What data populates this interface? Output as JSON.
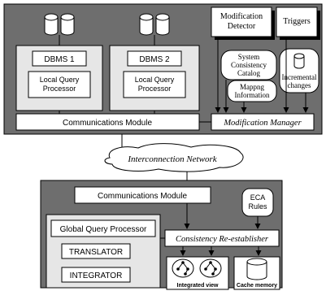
{
  "top_site": {
    "dbms1": {
      "label": "DBMS 1",
      "processor_line1": "Local Query",
      "processor_line2": "Processor"
    },
    "dbms2": {
      "label": "DBMS 2",
      "processor_line1": "Local Query",
      "processor_line2": "Processor"
    },
    "communications_module": "Communications Module",
    "modification_detector_line1": "Modification",
    "modification_detector_line2": "Detector",
    "triggers": "Triggers",
    "system_catalog_line1": "System",
    "system_catalog_line2": "Consistency",
    "system_catalog_line3": "Catalog",
    "incremental_line1": "Incremental",
    "incremental_line2": "changes",
    "mapping_line1": "Mappng",
    "mapping_line2": "Information",
    "modification_manager": "Modification Manager"
  },
  "network": {
    "label": "Interconnection Network"
  },
  "bottom_site": {
    "communications_module": "Communications Module",
    "eca_line1": "ECA",
    "eca_line2": "Rules",
    "global_query_processor": "Global Query Processor",
    "translator": "TRANSLATOR",
    "integrator": "INTEGRATOR",
    "consistency_reestablisher": "Consistency Re-establisher",
    "integrated_view": "Integrated view",
    "cache_memory": "Cache memory"
  },
  "colors": {
    "site_fill": "#6e6e6e",
    "panel_fill": "#e6e6e6",
    "box_fill": "#ffffff",
    "stroke": "#000000"
  }
}
